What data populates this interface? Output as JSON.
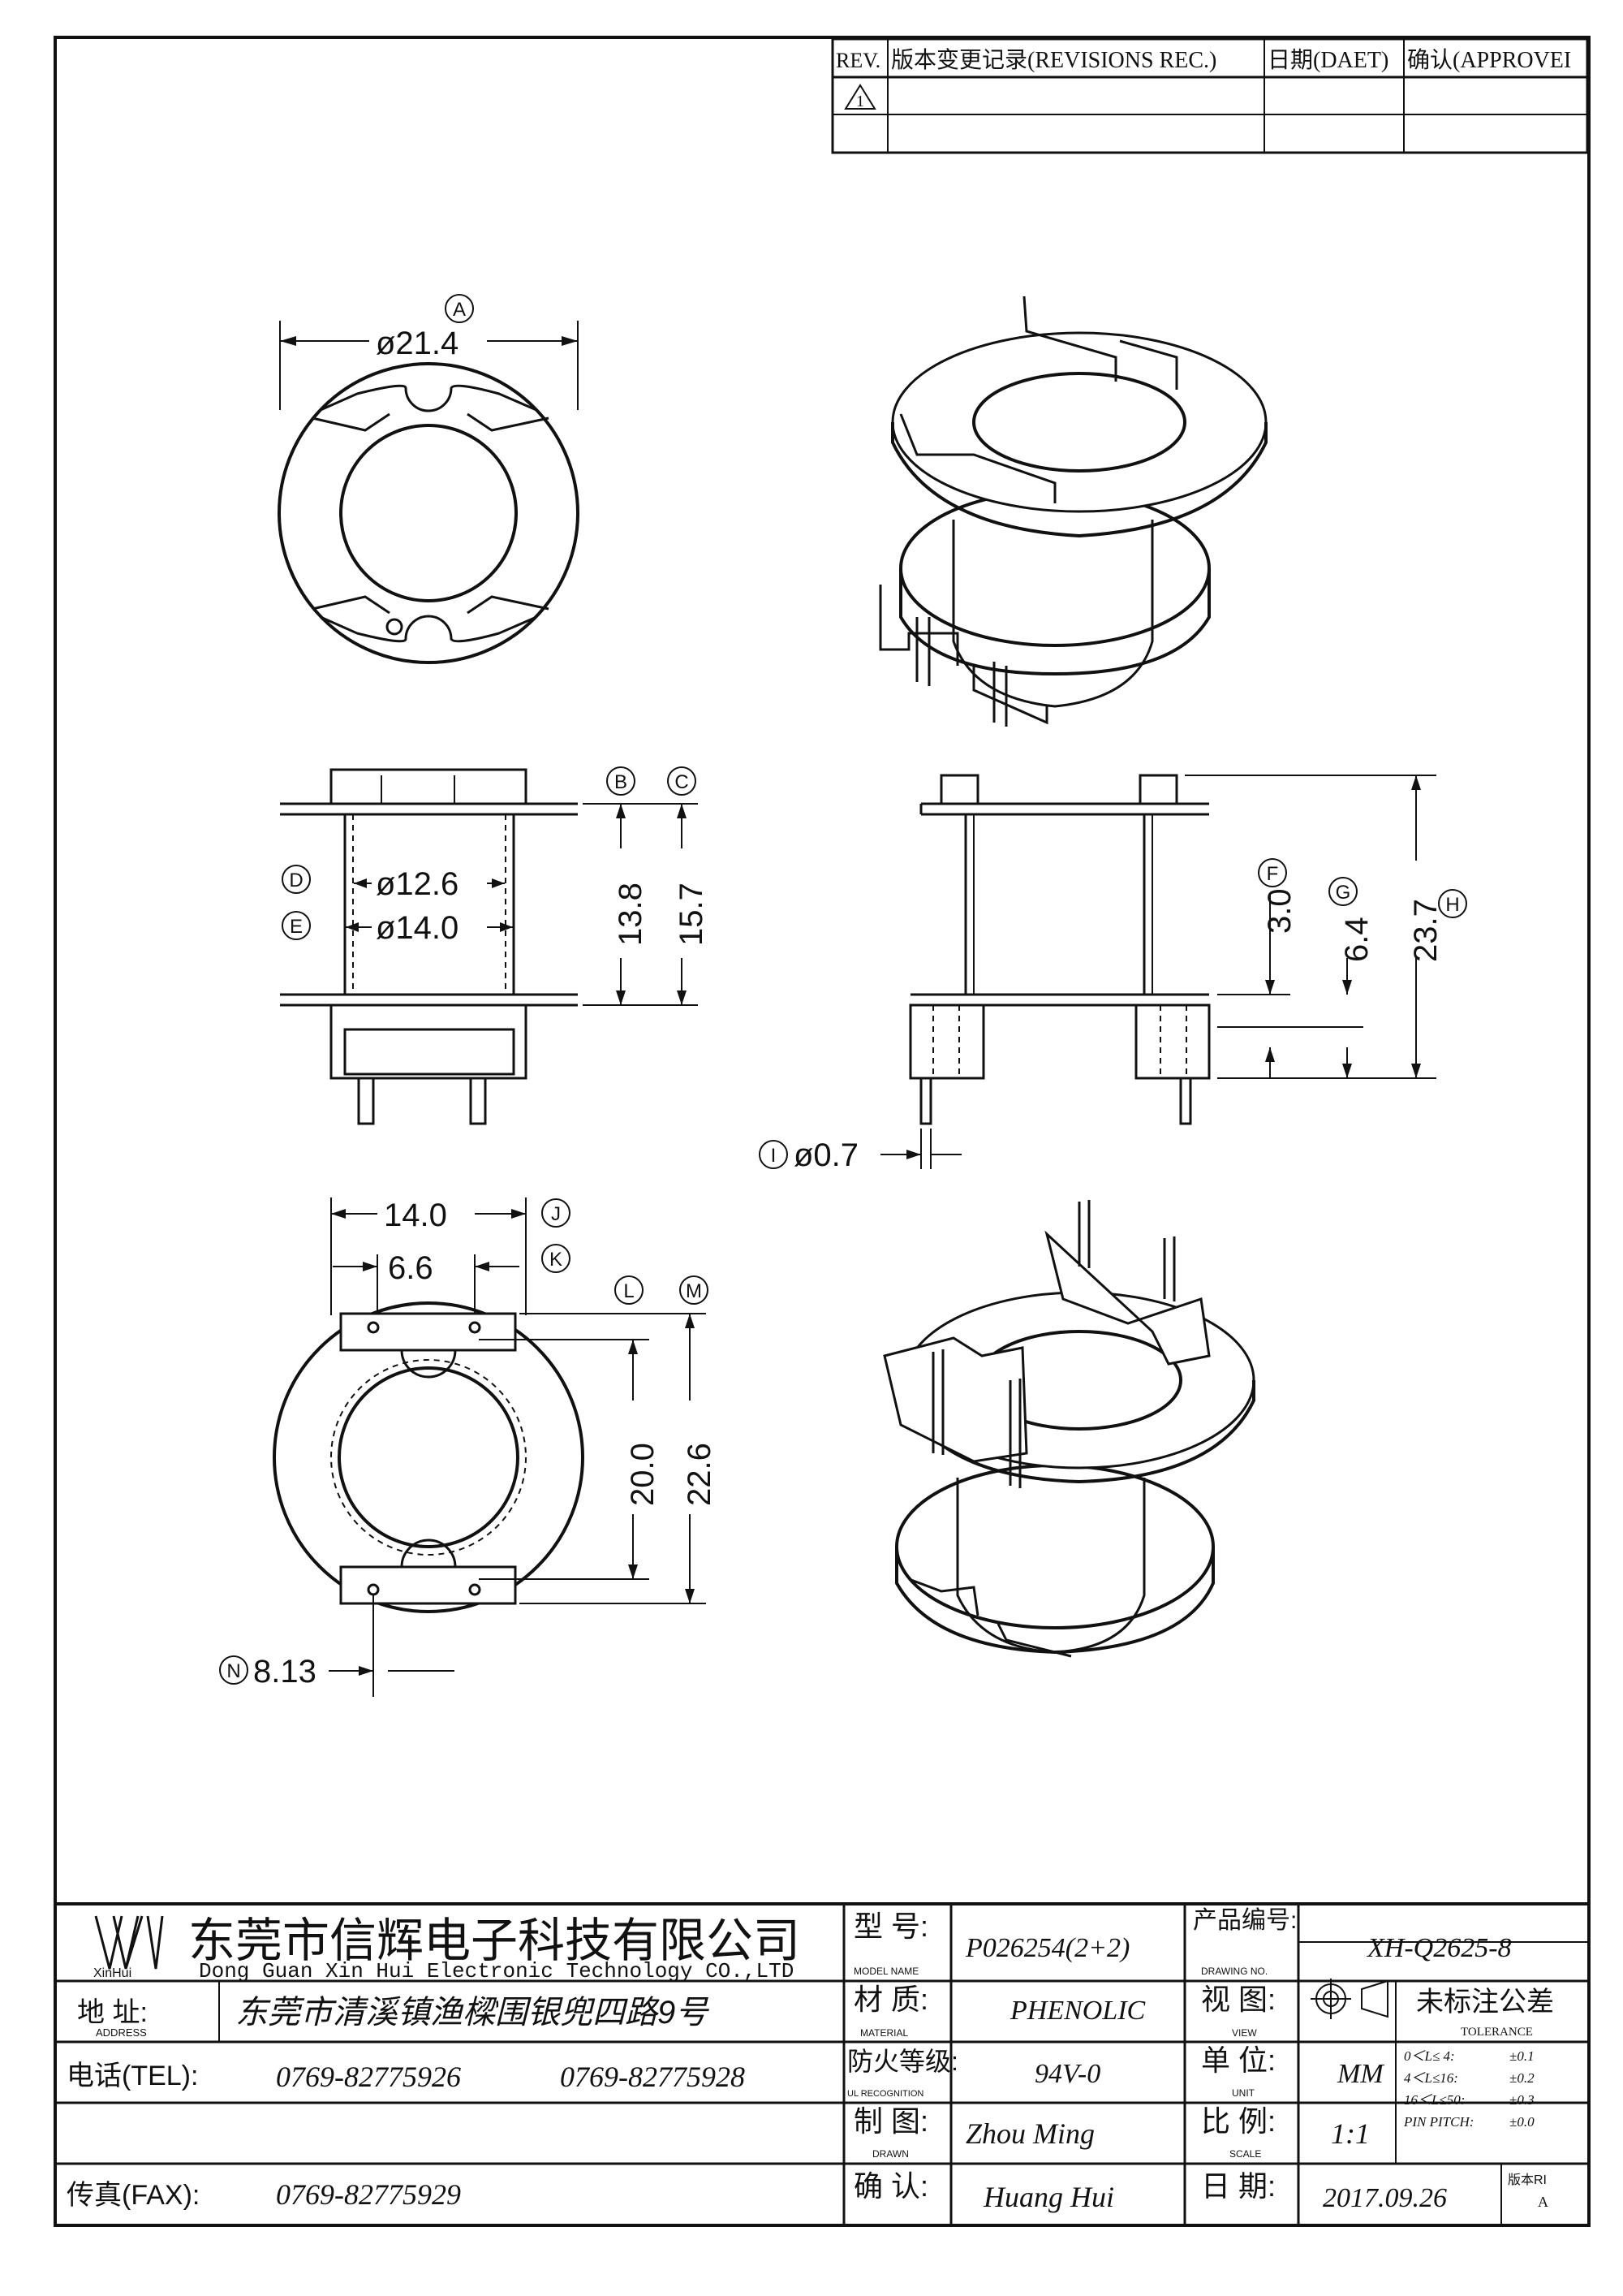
{
  "revision_table": {
    "headers": [
      "REV.",
      "版本变更记录(REVISIONS REC.)",
      "日期(DAET)",
      "确认(APPROVEI"
    ],
    "rows": [
      [
        "1",
        "",
        "",
        ""
      ],
      [
        "",
        "",
        "",
        ""
      ]
    ]
  },
  "dimensions": {
    "A": {
      "letter": "A",
      "value": "ø21.4"
    },
    "B": {
      "letter": "B"
    },
    "C": {
      "letter": "C"
    },
    "D": {
      "letter": "D",
      "value": "ø12.6"
    },
    "E": {
      "letter": "E",
      "value": "ø14.0"
    },
    "B_value": "13.8",
    "C_value": "15.7",
    "F": {
      "letter": "F",
      "value": "3.0"
    },
    "G": {
      "letter": "G",
      "value": "6.4"
    },
    "H": {
      "letter": "H",
      "value": "23.7"
    },
    "I": {
      "letter": "I",
      "value": "ø0.7"
    },
    "J": {
      "letter": "J",
      "value": "14.0"
    },
    "K": {
      "letter": "K",
      "value": "6.6"
    },
    "L": {
      "letter": "L",
      "value": "20.0"
    },
    "M": {
      "letter": "M",
      "value": "22.6"
    },
    "N": {
      "letter": "N",
      "value": "8.13"
    }
  },
  "title_block": {
    "logo_text": "XinHui",
    "company_cn": "东莞市信辉电子科技有限公司",
    "company_en": "Dong Guan Xin Hui Electronic Technology CO.,LTD",
    "address_label": "地  址:",
    "address_label_en": "ADDRESS",
    "address": "东莞市清溪镇渔樑围银兜四路9号",
    "tel_label": "电话(TEL):",
    "tel_1": "0769-82775926",
    "tel_2": "0769-82775928",
    "fax_label": "传真(FAX):",
    "fax": "0769-82775929",
    "model_label": "型  号:",
    "model_label_en": "MODEL NAME",
    "model": "P026254(2+2)",
    "material_label": "材  质:",
    "material_label_en": "MATERIAL",
    "material": "PHENOLIC",
    "ul_label": "防火等级:",
    "ul_label_en": "UL RECOGNITION",
    "ul": "94V-0",
    "drawn_label": "制  图:",
    "drawn_label_en": "DRAWN",
    "drawn": "Zhou Ming",
    "confirm_label": "确  认:",
    "confirm": "Huang Hui",
    "drawing_no_label": "产品编号:",
    "drawing_no_label_en": "DRAWING NO.",
    "drawing_no": "XH-Q2625-8",
    "view_label": "视  图:",
    "view_label_en": "VIEW",
    "tolerance_label": "未标注公差",
    "tolerance_label_en": "TOLERANCE",
    "tolerance_rows": [
      [
        "0＜L≤ 4:",
        "±0.1"
      ],
      [
        "4＜L≤16:",
        "±0.2"
      ],
      [
        "16＜L≤50:",
        "±0.3"
      ],
      [
        "PIN PITCH:",
        "±0.0"
      ]
    ],
    "unit_label": "单  位:",
    "unit_label_en": "UNIT",
    "unit": "MM",
    "scale_label": "比  例:",
    "scale_label_en": "SCALE",
    "scale": "1:1",
    "date_label": "日  期:",
    "date": "2017.09.26",
    "version_label": "版本RI",
    "version": "A"
  }
}
